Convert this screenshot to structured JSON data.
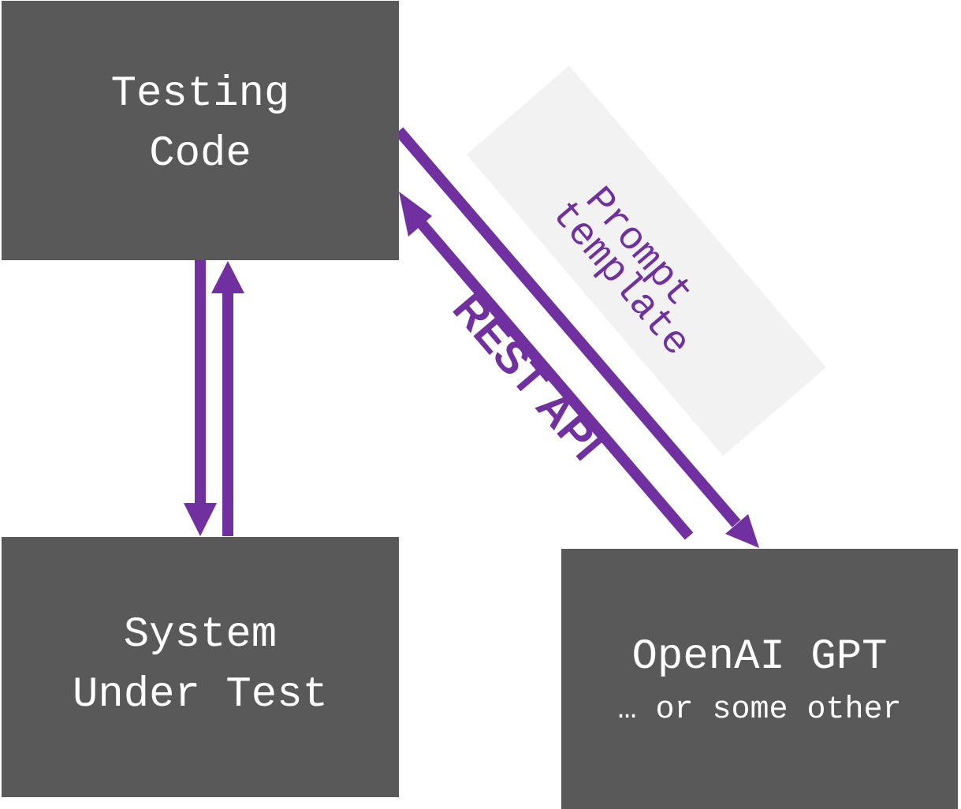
{
  "diagram": {
    "nodes": {
      "testing_code": {
        "line1": "Testing",
        "line2": "Code"
      },
      "system_under_test": {
        "line1": "System",
        "line2": "Under Test"
      },
      "openai": {
        "line1": "OpenAI GPT",
        "line2": "… or some other"
      }
    },
    "labels": {
      "prompt_template_line1": "Prompt",
      "prompt_template_line2": "template",
      "rest_api": "REST API"
    },
    "colors": {
      "box_fill": "#595959",
      "box_text": "#ffffff",
      "arrow": "#7030a0",
      "label_backdrop": "#f2f2f2"
    }
  }
}
